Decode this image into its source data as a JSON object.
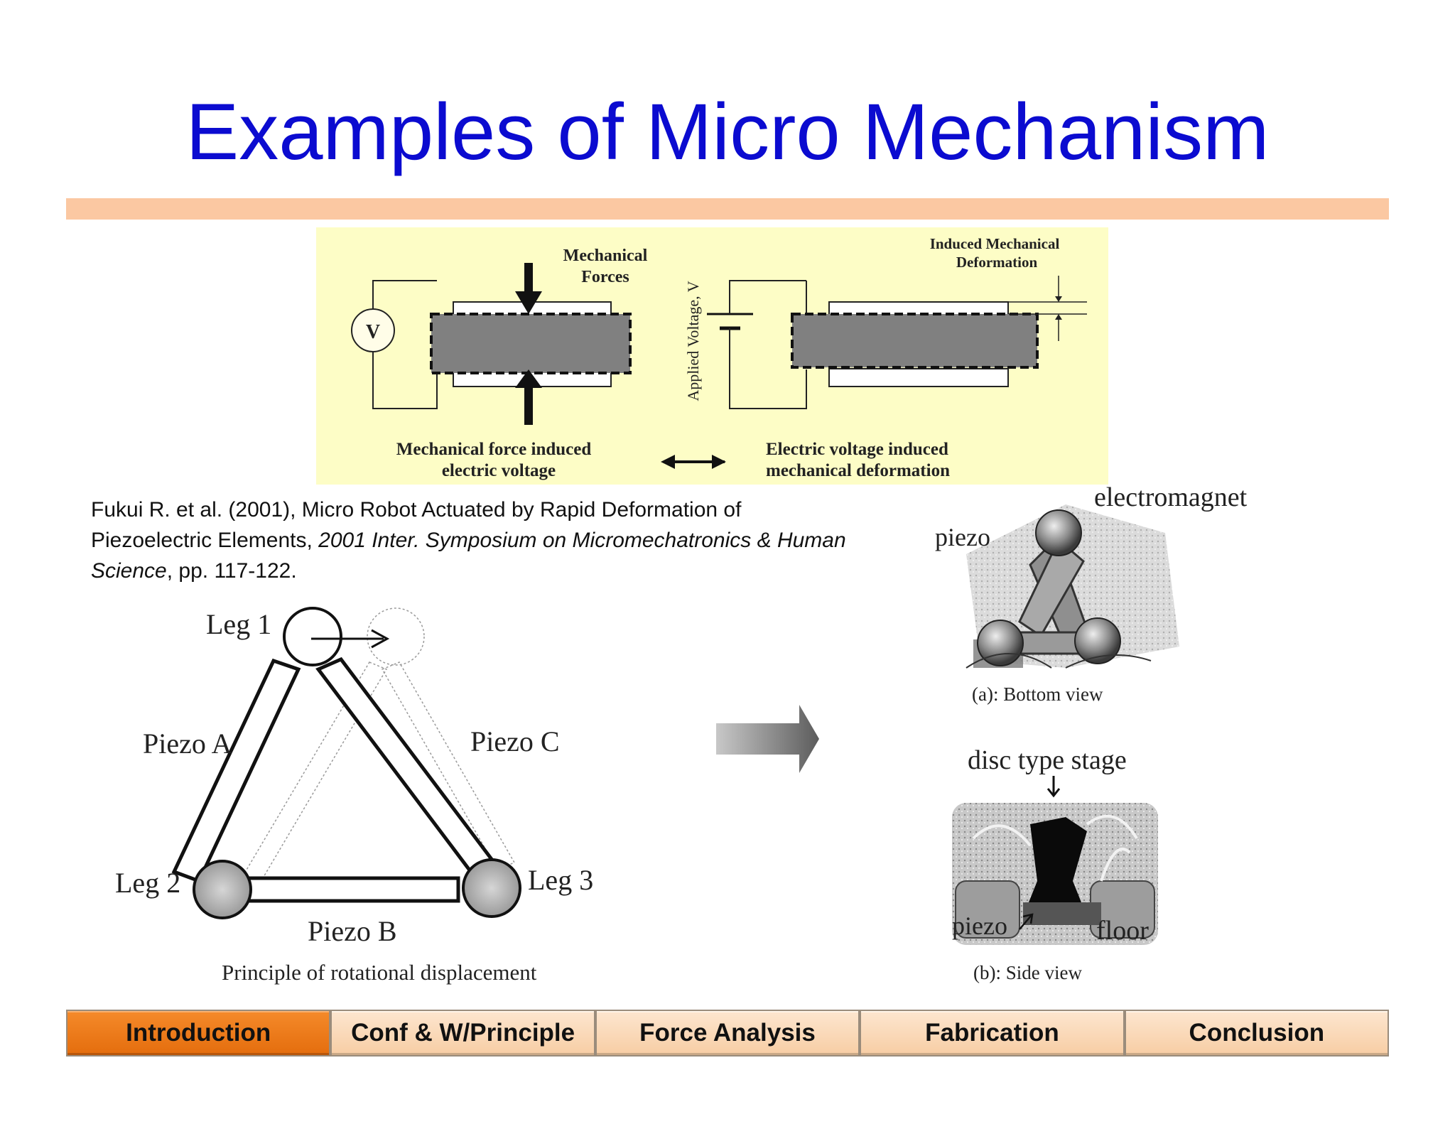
{
  "slide": {
    "title": "Examples of Micro Mechanism"
  },
  "piezo_effect_figure": {
    "label_mechanical_forces": [
      "Mechanical",
      "Forces"
    ],
    "label_voltmeter": "V",
    "label_applied_voltage": "Applied Voltage, V",
    "label_induced_deformation": [
      "Induced Mechanical",
      "Deformation"
    ],
    "caption_left": [
      "Mechanical force induced",
      "electric voltage"
    ],
    "caption_right": [
      "Electric voltage induced",
      "mechanical deformation"
    ],
    "background_color": "#fdfdc6"
  },
  "citation": {
    "part1": "Fukui R. et al. (2001), Micro Robot Actuated by Rapid Deformation of Piezoelectric Elements, ",
    "italic": "2001 Inter. Symposium on Micromechatronics & Human Science",
    "part2": ", pp. 117-122."
  },
  "triangle_figure": {
    "leg1": "Leg 1",
    "leg2": "Leg 2",
    "leg3": "Leg 3",
    "piezo_a": "Piezo A",
    "piezo_b": "Piezo B",
    "piezo_c": "Piezo C",
    "caption": "Principle of rotational displacement"
  },
  "photo_figure": {
    "label_electromagnet": "electromagnet",
    "label_piezo_top": "piezo",
    "caption_a": "(a): Bottom view",
    "label_disc_stage": "disc type stage",
    "label_piezo_bottom": "piezo",
    "label_floor": "floor",
    "caption_b": "(b): Side view"
  },
  "navigation": {
    "tabs": [
      "Introduction",
      "Conf & W/Principle",
      "Force Analysis",
      "Fabrication",
      "Conclusion"
    ],
    "active_index": 0,
    "active_color": "#ee7a1c",
    "inactive_color": "#fad9b8"
  }
}
